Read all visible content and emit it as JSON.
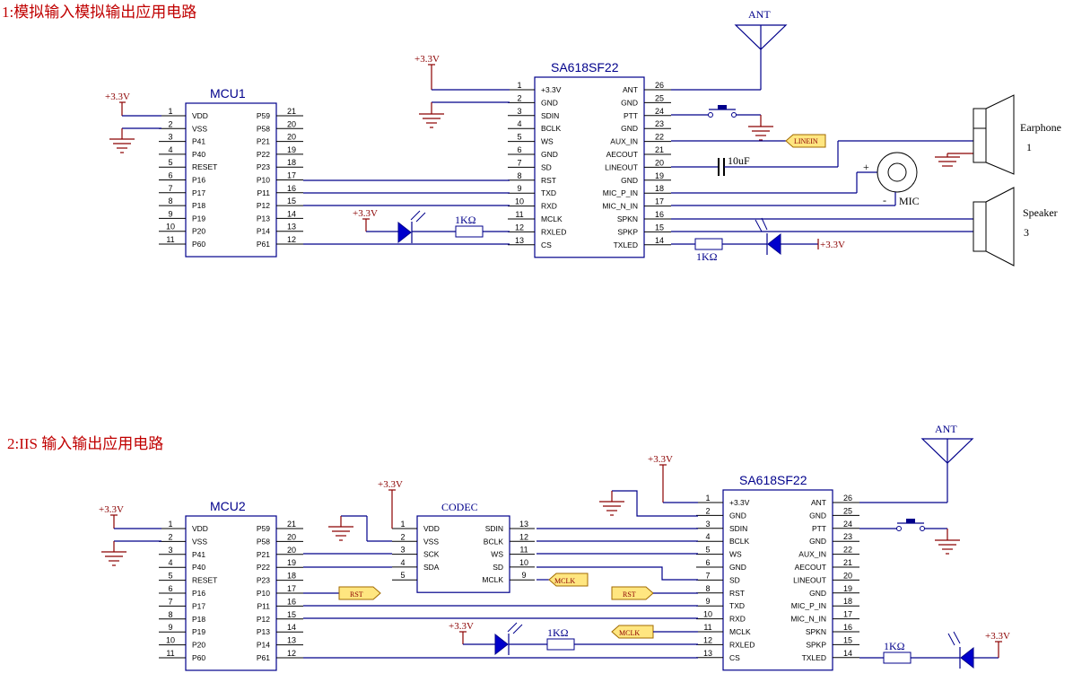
{
  "sections": {
    "analog_title": "1:模拟输入模拟输出应用电路",
    "iis_title": "2:IIS 输入输出应用电路"
  },
  "power_label": "+3.3V",
  "components": {
    "mcu1_name": "MCU1",
    "mcu2_name": "MCU2",
    "sa_name": "SA618SF22",
    "codec_name": "CODEC",
    "ant": "ANT",
    "earphone": "Earphone",
    "earphone_num": "1",
    "speaker": "Speaker",
    "speaker_num": "3",
    "mic": "MIC",
    "cap": "10uF",
    "resistor": "1KΩ",
    "plus": "+",
    "minus": "-"
  },
  "net_flags": {
    "linein": "LINEIN",
    "rst": "RST",
    "mclk": "MCLK"
  },
  "mcu_pins": {
    "left_nums": [
      "1",
      "2",
      "3",
      "4",
      "5",
      "6",
      "7",
      "8",
      "9",
      "10",
      "11"
    ],
    "left_names": [
      "VDD",
      "VSS",
      "P41",
      "P40",
      "RESET",
      "P16",
      "P17",
      "P18",
      "P19",
      "P20",
      "P60"
    ],
    "right_nums": [
      "21",
      "20",
      "20",
      "19",
      "18",
      "17",
      "16",
      "15",
      "14",
      "13",
      "12"
    ],
    "right_names": [
      "P59",
      "P58",
      "P21",
      "P22",
      "P23",
      "P10",
      "P11",
      "P12",
      "P13",
      "P14",
      "P61"
    ]
  },
  "sa_pins": {
    "left_nums": [
      "1",
      "2",
      "3",
      "4",
      "5",
      "6",
      "7",
      "8",
      "9",
      "10",
      "11",
      "12",
      "13"
    ],
    "left_names": [
      "+3.3V",
      "GND",
      "SDIN",
      "BCLK",
      "WS",
      "GND",
      "SD",
      "RST",
      "TXD",
      "RXD",
      "MCLK",
      "RXLED",
      "CS"
    ],
    "right_nums": [
      "26",
      "25",
      "24",
      "23",
      "22",
      "21",
      "20",
      "19",
      "18",
      "17",
      "16",
      "15",
      "14"
    ],
    "right_names": [
      "ANT",
      "GND",
      "PTT",
      "GND",
      "AUX_IN",
      "AECOUT",
      "LINEOUT",
      "GND",
      "MIC_P_IN",
      "MIC_N_IN",
      "SPKN",
      "SPKP",
      "TXLED"
    ]
  },
  "codec_pins": {
    "left_nums": [
      "1",
      "2",
      "3",
      "4",
      "5"
    ],
    "left_names": [
      "VDD",
      "VSS",
      "SCK",
      "SDA",
      ""
    ],
    "right_nums": [
      "13",
      "12",
      "11",
      "10",
      "9"
    ],
    "right_names": [
      "SDIN",
      "BCLK",
      "WS",
      "SD",
      "MCLK"
    ]
  }
}
